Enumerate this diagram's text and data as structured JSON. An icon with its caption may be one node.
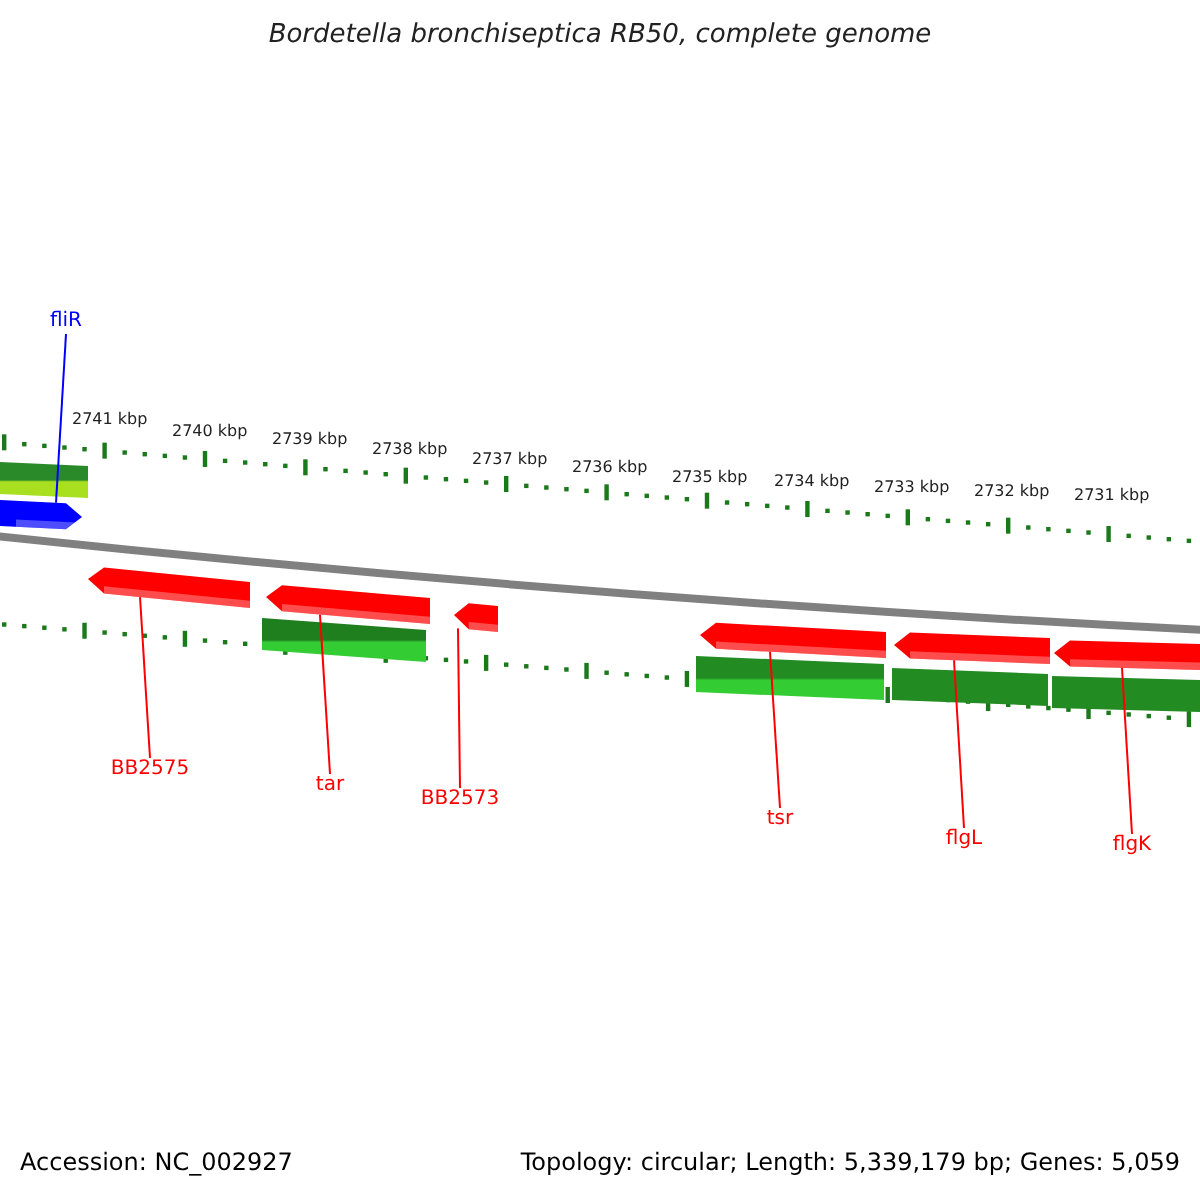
{
  "diagram": {
    "title": "Bordetella bronchiseptica RB50, complete genome",
    "nodes": [
      {
        "text": [
          "fliR"
        ]
      },
      {
        "text": [
          "BB2575"
        ]
      },
      {
        "text": [
          "tar"
        ]
      },
      {
        "text": [
          "BB2573"
        ]
      },
      {
        "text": [
          "tsr"
        ]
      },
      {
        "text": [
          "flgL"
        ]
      },
      {
        "text": [
          "flgK"
        ]
      },
      {
        "text": [],
        "shape": "arrow"
      },
      {
        "text": [],
        "shape": "arrow"
      },
      {
        "text": [],
        "shape": "arrow"
      },
      {
        "text": [],
        "shape": "arrow"
      },
      {
        "text": [],
        "shape": "arrow"
      },
      {
        "text": [],
        "shape": "arrow"
      },
      {
        "text": [],
        "shape": "arrow"
      }
    ],
    "edges": [
      {
        "from": 0,
        "to": 7,
        "arrow": "none",
        "color": "#0000ff"
      },
      {
        "from": 1,
        "to": 8,
        "arrow": "none"
      },
      {
        "from": 2,
        "to": 9,
        "arrow": "none"
      },
      {
        "from": 3,
        "to": 10,
        "arrow": "none"
      },
      {
        "from": 4,
        "to": 11,
        "arrow": "none"
      },
      {
        "from": 5,
        "to": 12,
        "arrow": "none"
      },
      {
        "from": 6,
        "to": 13,
        "arrow": "none"
      }
    ],
    "labels": [
      "2741 kbp",
      "2740 kbp",
      "2739 kbp",
      "2738 kbp",
      "2737 kbp",
      "2736 kbp",
      "2735 kbp",
      "2734 kbp",
      "2733 kbp",
      "2732 kbp",
      "2731 kbp",
      "Accession: NC_002927",
      "Topology: circular; Length: 5,339,179 bp; Genes: 5,059"
    ]
  }
}
